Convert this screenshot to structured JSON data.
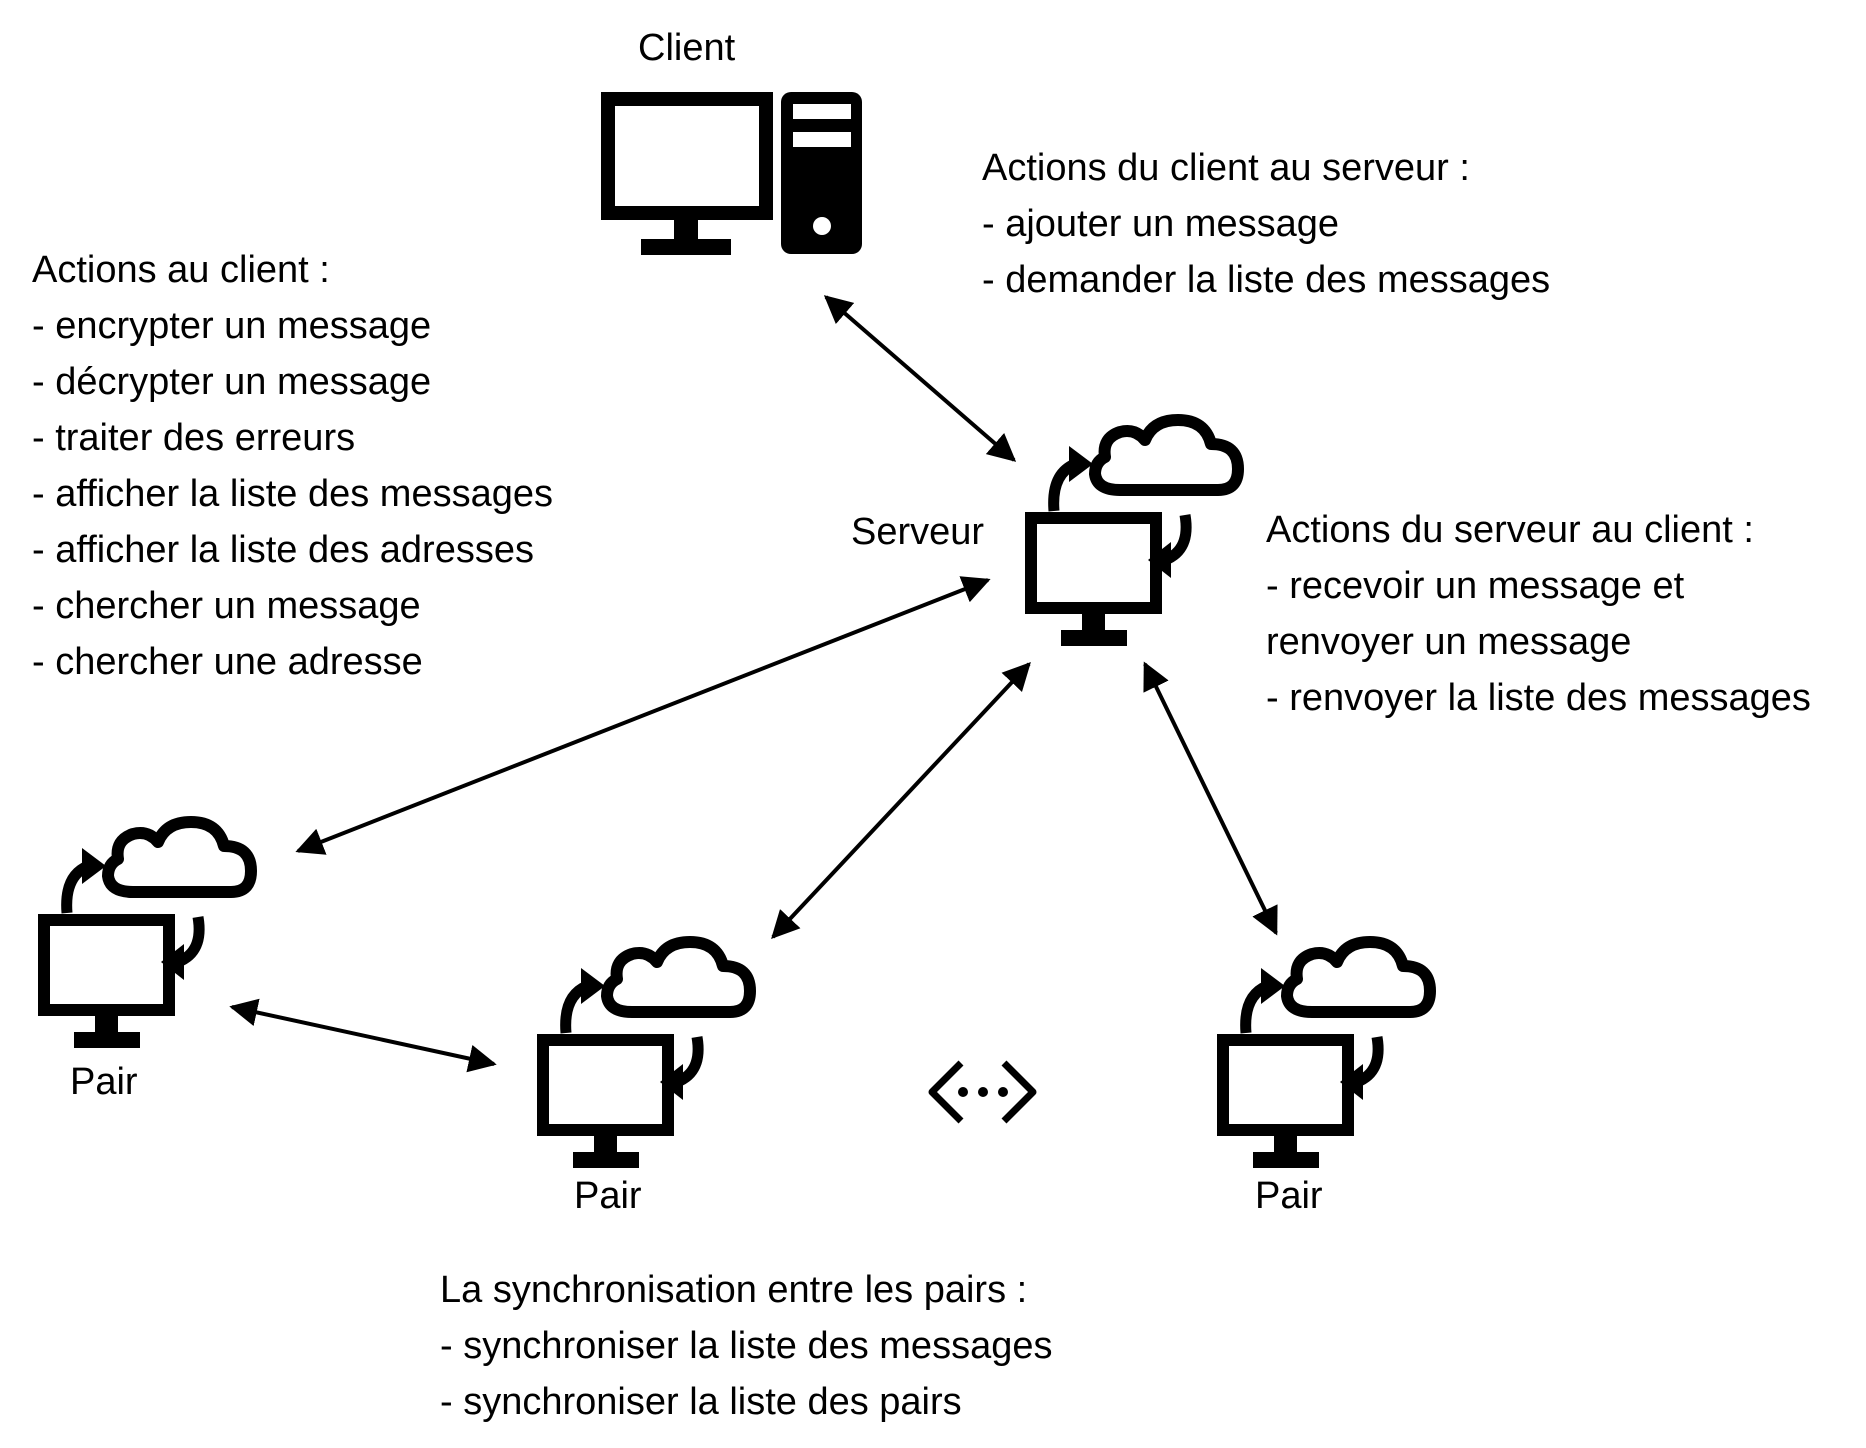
{
  "nodes": {
    "client": {
      "label": "Client"
    },
    "server": {
      "label": "Serveur"
    },
    "peer_left": {
      "label": "Pair"
    },
    "peer_middle": {
      "label": "Pair"
    },
    "peer_right": {
      "label": "Pair"
    }
  },
  "icons": {
    "desktop": "desktop-computer-icon",
    "cloud_sync": "cloud-sync-monitor-icon",
    "ellipsis_connector": "ellipsis-connector-icon"
  },
  "annotations": {
    "client_actions": {
      "title": "Actions au client :",
      "items": [
        "- encrypter un message",
        "- décrypter un message",
        "- traiter des erreurs",
        "- afficher la liste des messages",
        "- afficher la liste des adresses",
        "- chercher un message",
        "- chercher une adresse"
      ]
    },
    "client_to_server": {
      "title": "Actions du client au serveur :",
      "items": [
        "- ajouter un message",
        "- demander la liste des messages"
      ]
    },
    "server_to_client": {
      "title": "Actions du serveur au client :",
      "items": [
        "- recevoir un message et",
        "renvoyer un message",
        "- renvoyer la liste des messages"
      ]
    },
    "peer_sync": {
      "title": "La synchronisation entre les pairs :",
      "items": [
        "- synchroniser la liste des messages",
        "- synchroniser la liste des pairs"
      ]
    }
  },
  "colors": {
    "ink": "#000000",
    "background": "#ffffff"
  }
}
